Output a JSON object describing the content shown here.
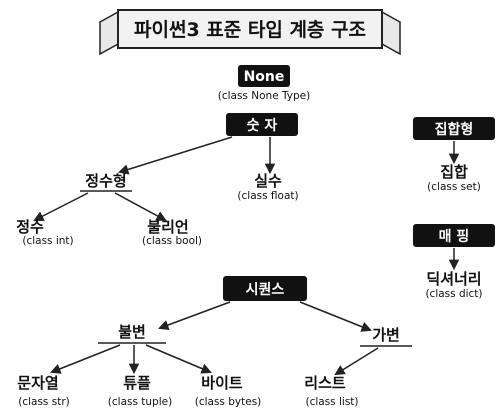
{
  "title": "파이썬3 표준 타입 계층 구조",
  "none": {
    "label": "None",
    "class": "(class None Type)"
  },
  "number": {
    "label": "숫 자",
    "integral": {
      "label": "정수형",
      "int": {
        "label": "정수",
        "class": "(class  int)"
      },
      "bool": {
        "label": "불리언",
        "class": "(class  bool)"
      }
    },
    "real": {
      "label": "실수",
      "class": "(class  float)"
    }
  },
  "set_group": {
    "label": "집합형",
    "set": {
      "label": "집합",
      "class": "(class set)"
    }
  },
  "mapping": {
    "label": "매  핑",
    "dict": {
      "label": "딕셔너리",
      "class": "(class  dict)"
    }
  },
  "sequence": {
    "label": "시퀀스",
    "immutable": {
      "label": "불변",
      "str": {
        "label": "문자열",
        "class": "(class  str)"
      },
      "tuple": {
        "label": "튜플",
        "class": "(class  tuple)"
      },
      "bytes": {
        "label": "바이트",
        "class": "(class  bytes)"
      }
    },
    "mutable": {
      "label": "가변",
      "list": {
        "label": "리스트",
        "class": "(class  list)"
      }
    }
  }
}
